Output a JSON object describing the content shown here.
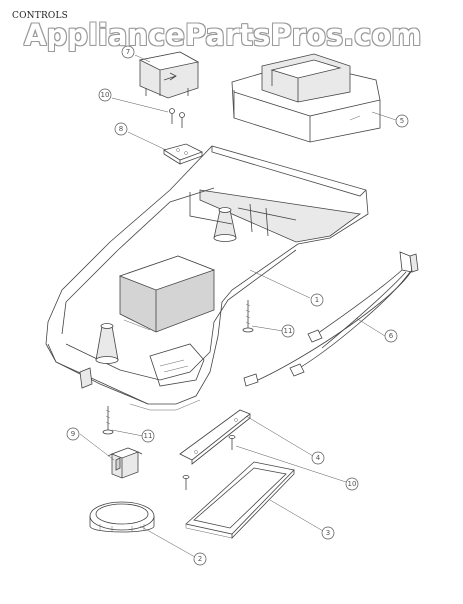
{
  "header": {
    "section_title": "CONTROLS",
    "watermark": "AppliancePartsPros.com"
  },
  "callouts": [
    "7",
    "10",
    "8",
    "5",
    "1",
    "11",
    "4",
    "9",
    "11",
    "10",
    "3",
    "2",
    "6"
  ]
}
